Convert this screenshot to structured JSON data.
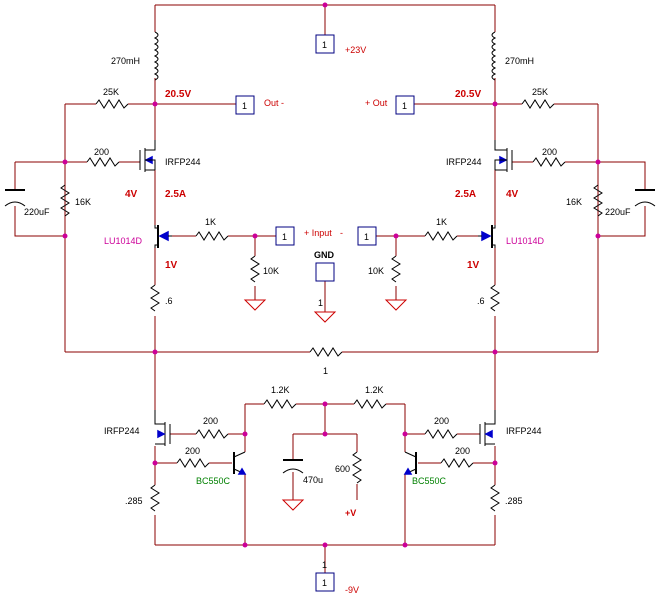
{
  "labels": {
    "supply_pos": "+23V",
    "supply_neg": "-9V",
    "gnd": "GND",
    "out_minus": "Out -",
    "out_plus": "+ Out",
    "input_plus": "+ Input",
    "input_minus": "-",
    "plus_v": "+V",
    "box_one": "1"
  },
  "values": {
    "inductor": "270mH",
    "r_25k": "25K",
    "r_200": "200",
    "r_16k": "16K",
    "c_220u": "220uF",
    "r_1k": "1K",
    "r_10k": "10K",
    "r_06": ".6",
    "r_1": "1",
    "r_12k": "1.2K",
    "c_470u": "470u",
    "r_600": "600",
    "r_285": ".285"
  },
  "parts": {
    "mosfet": "IRFP244",
    "jfet": "LU1014D",
    "bjt": "BC550C"
  },
  "annotations": {
    "v_20_5": "20.5V",
    "v_4": "4V",
    "i_2_5": "2.5A",
    "v_1": "1V"
  }
}
